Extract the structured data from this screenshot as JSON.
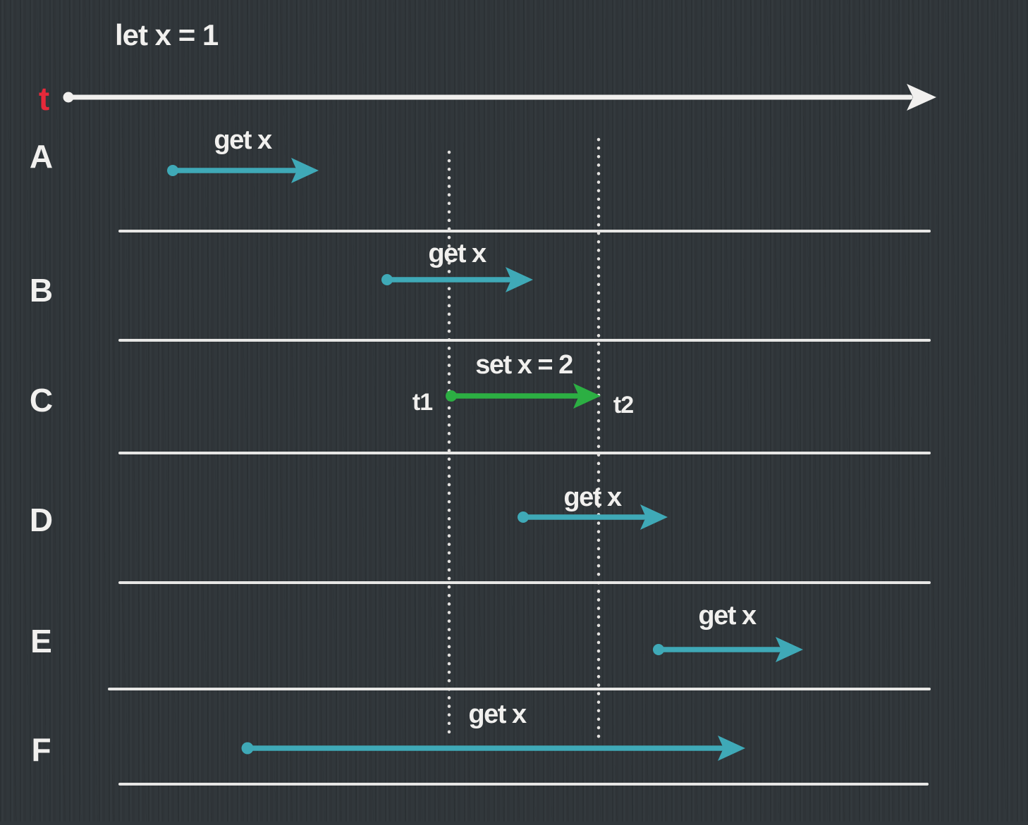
{
  "colors": {
    "background": "#31373b",
    "white": "#f1f0ee",
    "dotted": "#eceae7",
    "teal": "#3fa9b7",
    "green": "#2caf43",
    "red": "#e6293a"
  },
  "header": {
    "init_statement": "let x = 1"
  },
  "timeline": {
    "axis_label": "t"
  },
  "rows": [
    {
      "label": "A",
      "op": "get x"
    },
    {
      "label": "B",
      "op": "get x"
    },
    {
      "label": "C",
      "op": "set x = 2",
      "t_start": "t1",
      "t_end": "t2"
    },
    {
      "label": "D",
      "op": "get x"
    },
    {
      "label": "E",
      "op": "get x"
    },
    {
      "label": "F",
      "op": "get x"
    }
  ]
}
